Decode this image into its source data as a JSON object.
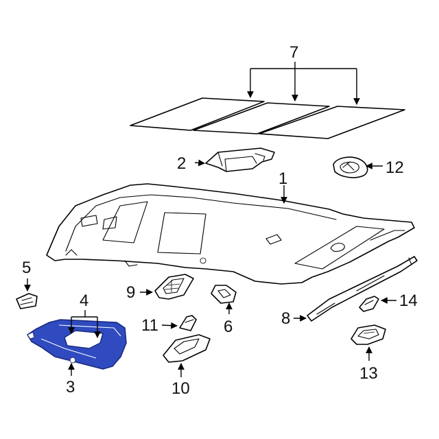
{
  "colors": {
    "line": "#000000",
    "highlight_fill": "#2f4bbf",
    "highlight_stroke": "#1a2a80",
    "background": "#ffffff"
  },
  "callouts": [
    "1",
    "2",
    "3",
    "4",
    "5",
    "6",
    "7",
    "8",
    "9",
    "10",
    "11",
    "12",
    "13",
    "14"
  ]
}
